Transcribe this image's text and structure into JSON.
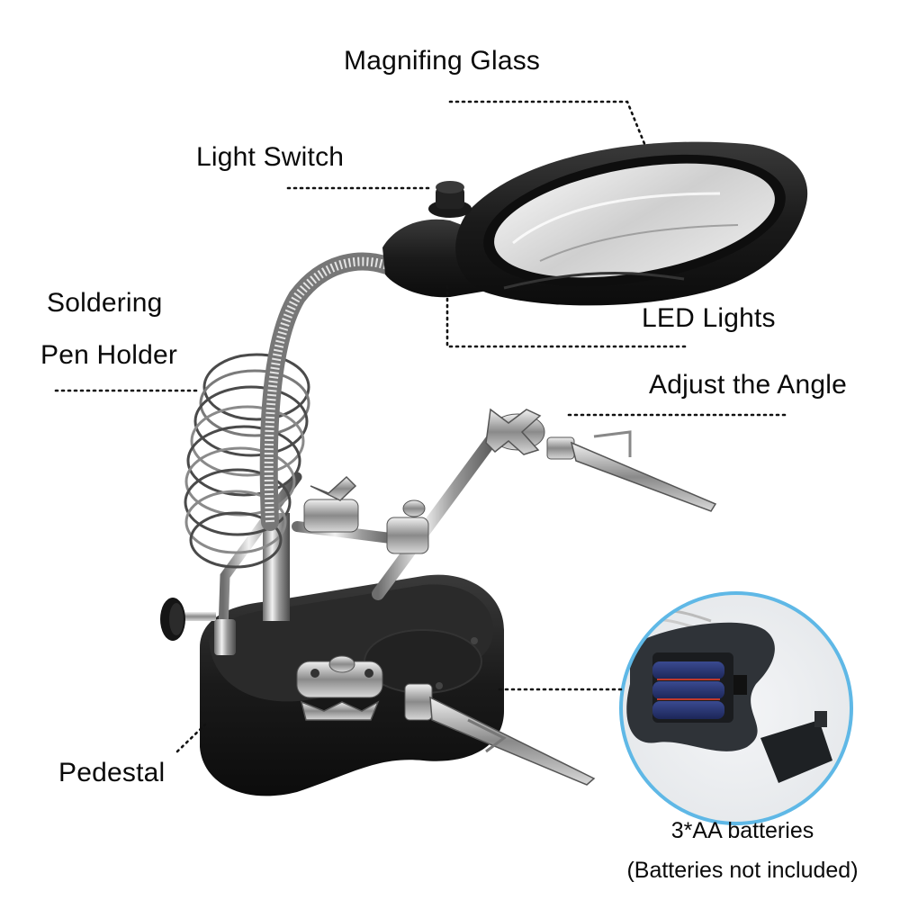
{
  "callouts": {
    "magnifying_glass": "Magnifing Glass",
    "light_switch": "Light Switch",
    "soldering_line1": "Soldering",
    "soldering_line2": "Pen Holder",
    "led_lights": "LED Lights",
    "adjust_angle": "Adjust the Angle",
    "pedestal": "Pedestal"
  },
  "battery_inset": {
    "caption_line1": "3*AA batteries",
    "caption_line2": "(Batteries not included)",
    "battery_count": 3,
    "ring_color": "#5fb8e6"
  },
  "colors": {
    "background": "#ffffff",
    "text": "#0a0a0a",
    "body_black": "#1a1a1a",
    "chrome": "#b8b8b8",
    "battery_blue": "#26336e",
    "battery_band": "#c0392b"
  }
}
